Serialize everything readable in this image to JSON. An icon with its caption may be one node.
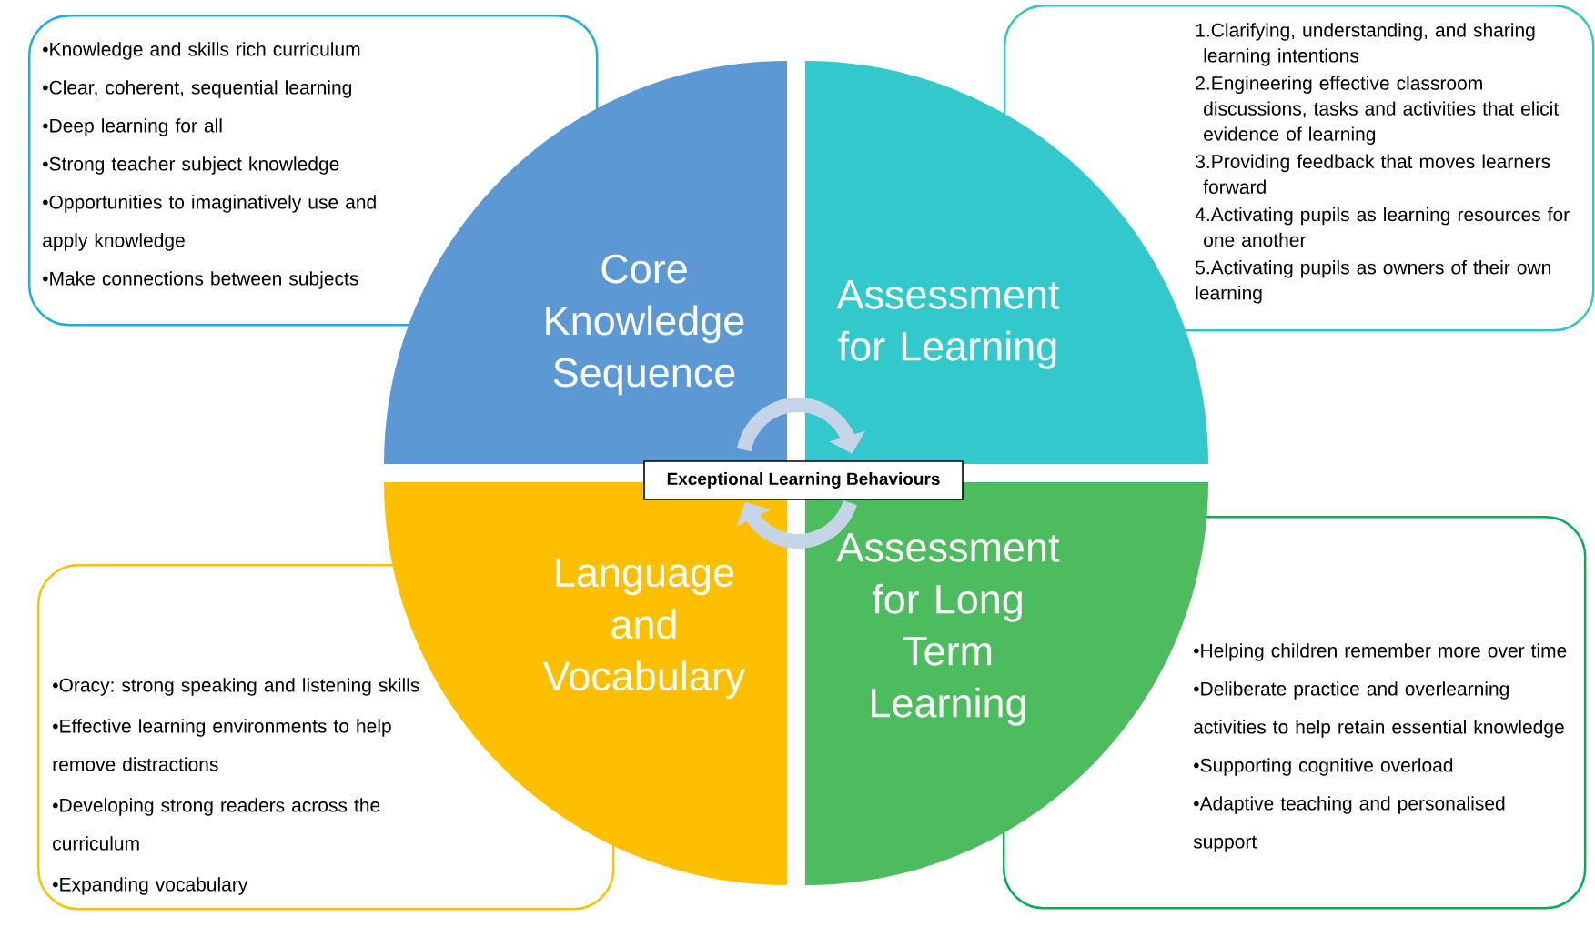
{
  "diagram": {
    "nodes": [
      {
        "text": [
          "•Knowledge and skills rich curriculum",
          "•Clear, coherent, sequential learning",
          "•Deep learning for all",
          "•Strong teacher subject knowledge",
          "•Opportunities to imaginatively use and apply knowledge",
          "•Make connections between subjects"
        ]
      },
      {
        "text": [
          "1.Clarifying, understanding, and sharing learning intentions",
          "2.Engineering effective classroom discussions, tasks and activities that elicit evidence of learning",
          "3.Providing feedback that moves learners forward",
          "4.Activating pupils as learning resources for one another",
          "5.Activating pupils as owners of their own learning"
        ]
      },
      {
        "text": [
          "Core Knowledge Sequence"
        ]
      },
      {
        "text": [
          "Assessment for Learning"
        ]
      },
      {
        "text": [
          "Exceptional Learning Behaviours"
        ]
      },
      {
        "text": [
          "Language and Vocabulary"
        ]
      },
      {
        "text": [
          "Assessment for Long Term Learning"
        ]
      },
      {
        "text": [
          "•Oracy: strong speaking and listening skills",
          "•Effective learning environments to help remove distractions",
          "•Developing strong readers across the curriculum",
          "•Expanding vocabulary"
        ]
      },
      {
        "text": [
          "•Helping children remember more over time",
          "•Deliberate practice and overlearning activities to help retain essential knowledge",
          "•Supporting cognitive overload",
          "•Adaptive teaching and personalised support"
        ]
      }
    ],
    "edges": [
      {
        "from": 2,
        "to": 3,
        "arrow": "to"
      },
      {
        "from": 6,
        "to": 5,
        "arrow": "to"
      }
    ]
  }
}
